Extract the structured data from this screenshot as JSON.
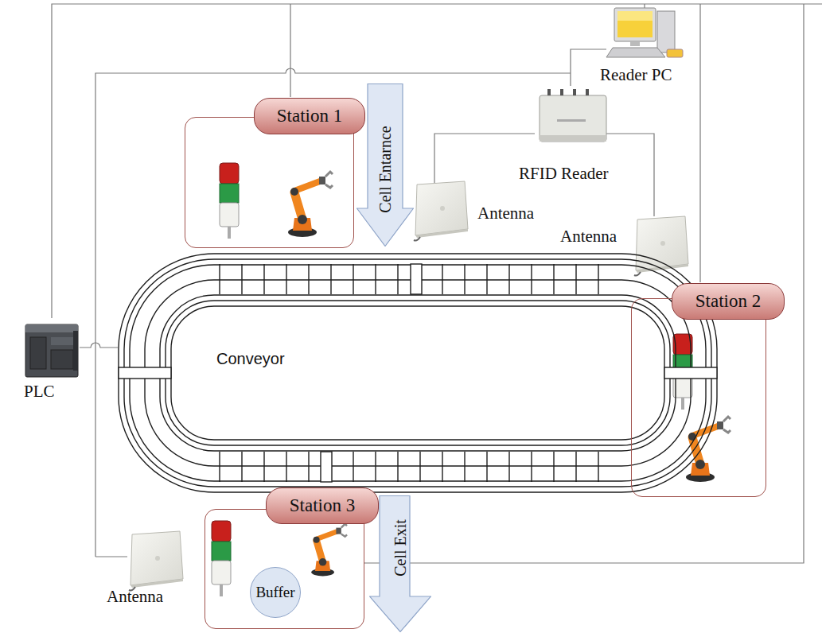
{
  "diagram": {
    "nodes": [
      {
        "text": [
          "Station 1"
        ]
      },
      {
        "text": [
          "Cell Entarnce"
        ]
      },
      {
        "text": [
          "Conveyor"
        ]
      },
      {
        "text": [
          "Station 2"
        ]
      },
      {
        "text": [
          "Station 3"
        ]
      },
      {
        "text": [
          "Buffer"
        ],
        "in": 4
      },
      {
        "text": [
          "Cell Exit"
        ]
      }
    ],
    "labels": [
      "Reader PC",
      "RFID Reader",
      "Antenna",
      "Antenna",
      "PLC",
      "Antenna"
    ]
  }
}
